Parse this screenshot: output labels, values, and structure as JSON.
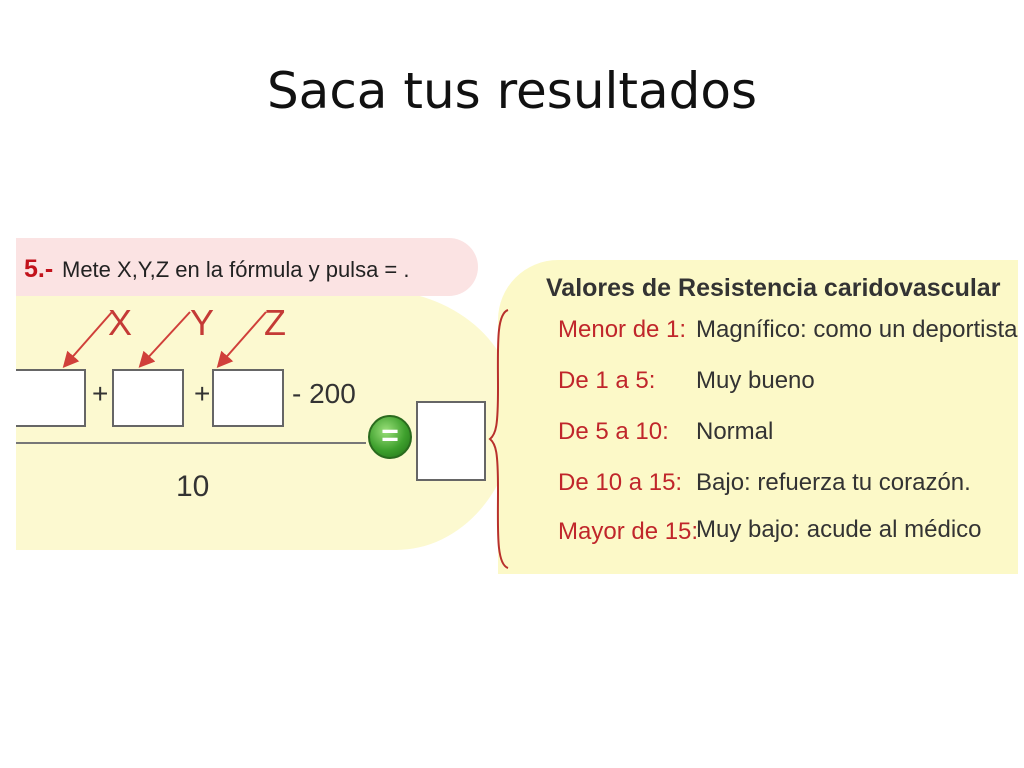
{
  "slide": {
    "title": "Saca tus resultados"
  },
  "instruction": {
    "number": "5.-",
    "text": "Mete X,Y,Z en la fórmula y pulsa  =  ."
  },
  "formula": {
    "variables": [
      "X",
      "Y",
      "Z"
    ],
    "plus_sign": "+",
    "minus_term": "- 200",
    "denominator": "10",
    "equals_label": "="
  },
  "table": {
    "title": "Valores de Resistencia caridovascular",
    "rows": [
      {
        "range": "Menor de 1:",
        "description": "Magnífico: como un deportista."
      },
      {
        "range": "De 1 a 5:",
        "description": "Muy bueno"
      },
      {
        "range": "De 5 a 10:",
        "description": "Normal"
      },
      {
        "range": "De 10 a 15:",
        "description": "Bajo: refuerza tu corazón."
      },
      {
        "range": "Mayor de 15:",
        "description": "Muy bajo: acude al médico"
      }
    ]
  },
  "colors": {
    "accent_red": "#c2121b",
    "range_red": "#c0262b",
    "arrow_red": "#d0403a",
    "panel_yellow": "#fcf9c8",
    "banner_pink": "#fbe3e3",
    "button_green": "#3ea02d"
  }
}
